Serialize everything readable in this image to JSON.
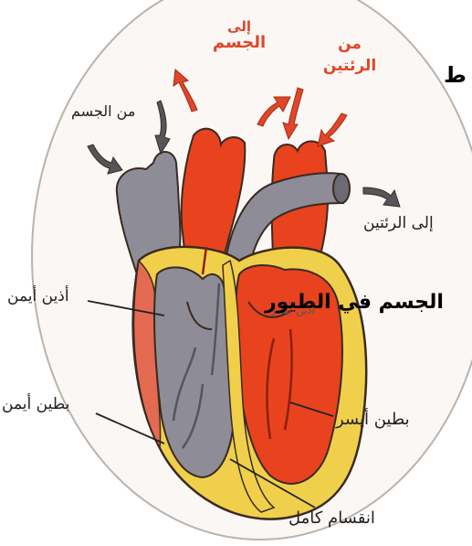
{
  "labels": {
    "to_body": [
      "إلى",
      "الجسم"
    ],
    "from_lungs": [
      "من",
      "الرئتين"
    ],
    "from_body": "من الجسم",
    "to_lungs": "إلى الرئتين",
    "right_atrium": "أذين أيمن",
    "right_ventricle": "بطين أيمن",
    "left_ventricle": "بطين أيسر",
    "complete_septum": "انقسام كامل",
    "left_atrium": "أذين أيسر"
  },
  "overlay_text": {
    "corner": "ط",
    "body_in_birds": "الجسم في الطيور"
  },
  "colors": {
    "deoxygenated": "#8e8c96",
    "oxygenated": "#e8431e",
    "muscle": "#f0d04a",
    "arrow_red": "#e0462a",
    "arrow_gray": "#55555b",
    "outline": "#3a2a20"
  }
}
